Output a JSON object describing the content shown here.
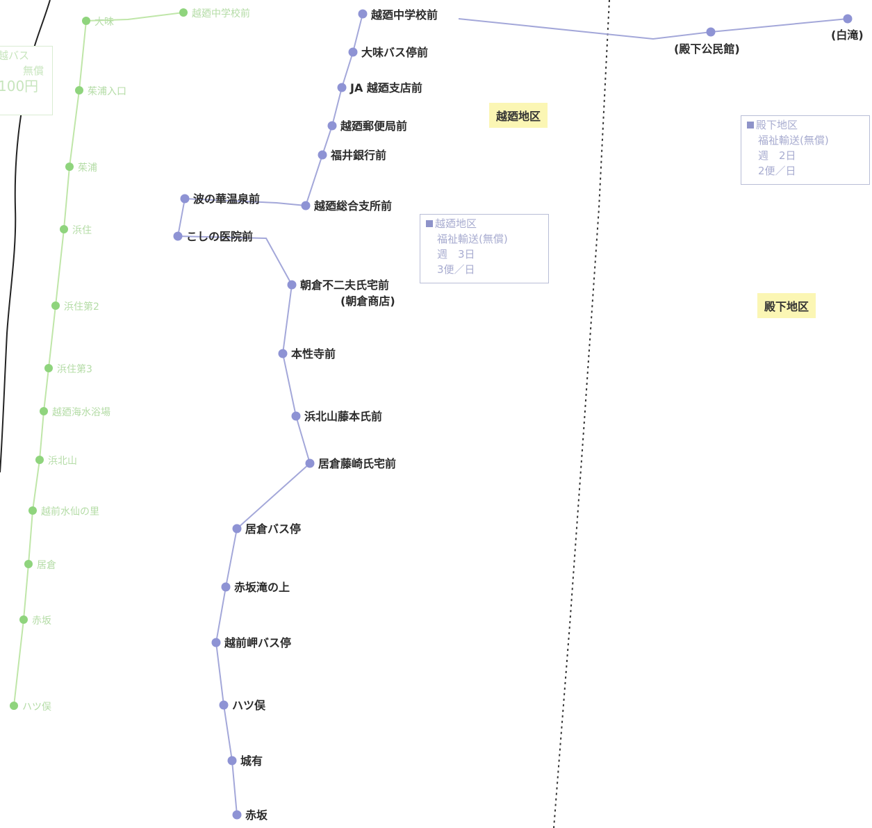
{
  "colors": {
    "blue_route": "#8e93d4",
    "green_route": "#8fd47d",
    "area_highlight": "#fbf6b4",
    "boundary": "#333333"
  },
  "area_labels": {
    "koshino": "越廼地区",
    "tonoshita": "殿下地区"
  },
  "info_boxes": {
    "koshino": {
      "title": "越廼地区",
      "service": "福祉輸送(無償)",
      "frequency": "週　3日",
      "trips": "3便／日"
    },
    "tonoshita": {
      "title": "殿下地区",
      "service": "福祉輸送(無償)",
      "frequency": "週　2日",
      "trips": "2便／日"
    }
  },
  "green_box": {
    "line1": "越バス",
    "line2_a": "",
    "line2_b": "無償",
    "line3": "100円"
  },
  "blue_stops": [
    "越廼中学校前",
    "大味バス停前",
    "JA 越廼支店前",
    "越廼郵便局前",
    "福井銀行前",
    "越廼総合支所前",
    "波の華温泉前",
    "こしの医院前",
    "朝倉不二夫氏宅前",
    "本性寺前",
    "浜北山藤本氏前",
    "居倉藤崎氏宅前",
    "居倉バス停",
    "赤坂滝の上",
    "越前岬バス停",
    "ハツ俣",
    "城有",
    "赤坂"
  ],
  "blue_stop_note": "(朝倉商店)",
  "east_stops": [
    "(殿下公民館)",
    "(白滝)"
  ],
  "green_stops": [
    "大味",
    "越廼中学校前",
    "茱浦入口",
    "茱浦",
    "浜住",
    "浜住第2",
    "浜住第3",
    "越廼海水浴場",
    "浜北山",
    "越前水仙の里",
    "居倉",
    "赤坂",
    "ハツ俣"
  ]
}
